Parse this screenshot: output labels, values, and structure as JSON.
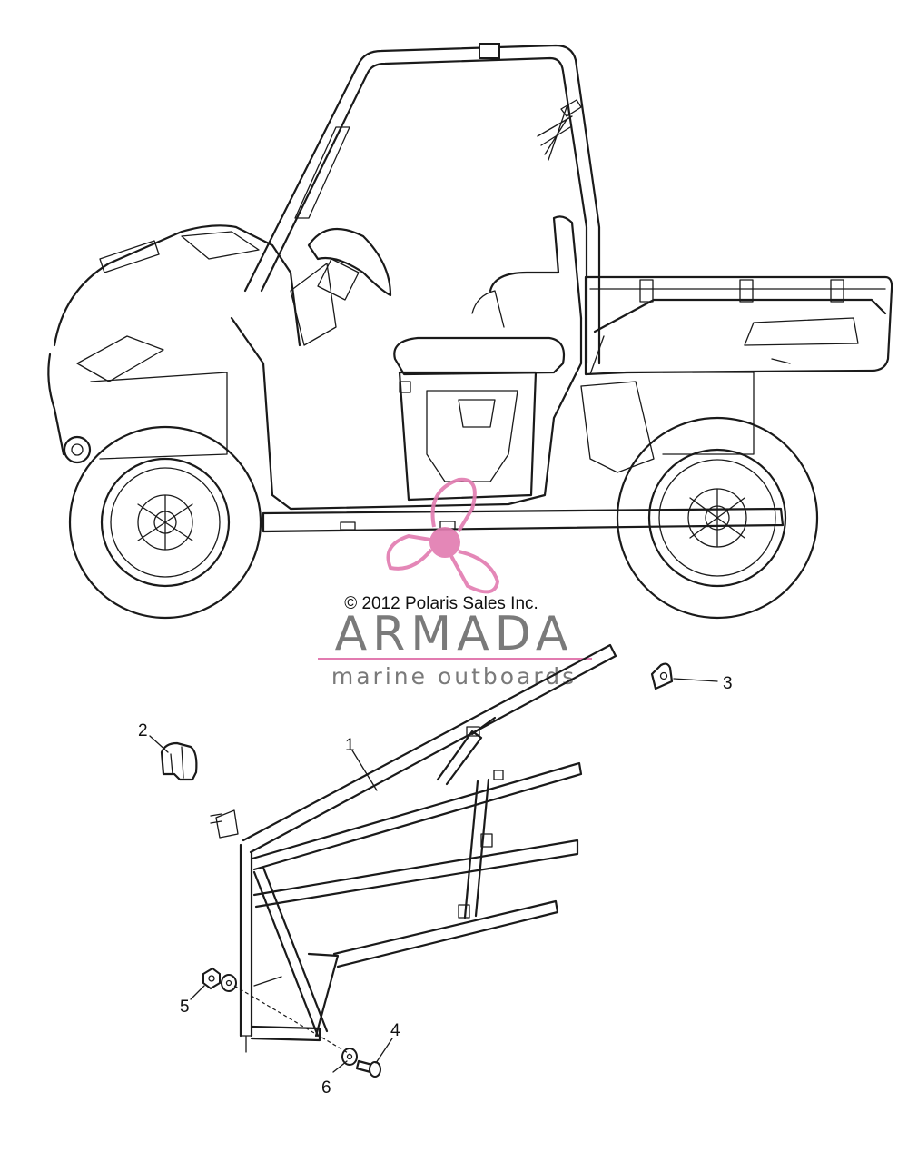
{
  "copyright": "© 2012 Polaris Sales Inc.",
  "watermark": {
    "brand": "ARMADA",
    "tagline": "marine outboards",
    "brand_color": "#7a7a7a",
    "accent_color": "#e27bb0"
  },
  "callouts": [
    {
      "label": "1"
    },
    {
      "label": "2"
    },
    {
      "label": "3"
    },
    {
      "label": "4"
    },
    {
      "label": "5"
    },
    {
      "label": "6"
    }
  ]
}
